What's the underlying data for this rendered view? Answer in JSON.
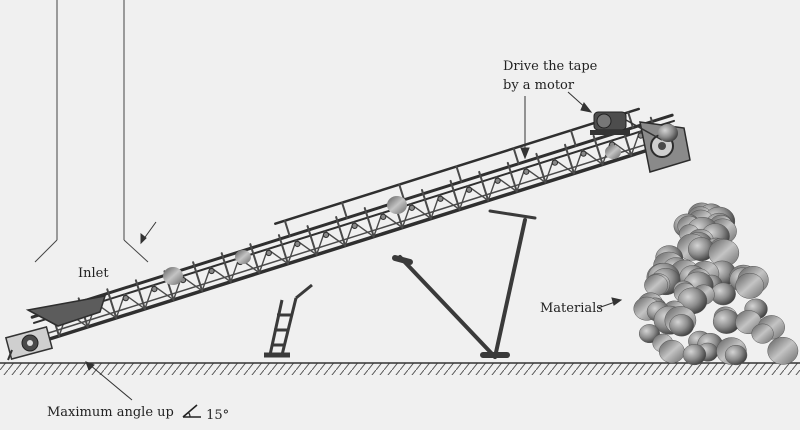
{
  "labels": {
    "drive_line1": "Drive the tape",
    "drive_line2": "by a motor",
    "inlet": "Inlet",
    "materials": "Materials",
    "max_angle_text": "Maximum angle up",
    "max_angle_value": "15°"
  },
  "colors": {
    "background": "#f0f0f0",
    "frame": "#4a4a4a",
    "frame_dark": "#2f2f2f",
    "rock_light": "#b5b5b5",
    "rock_dark": "#5a5a5a",
    "ground": "#444444"
  },
  "icons": {
    "angle": "angle-icon",
    "motor": "motor-icon"
  }
}
